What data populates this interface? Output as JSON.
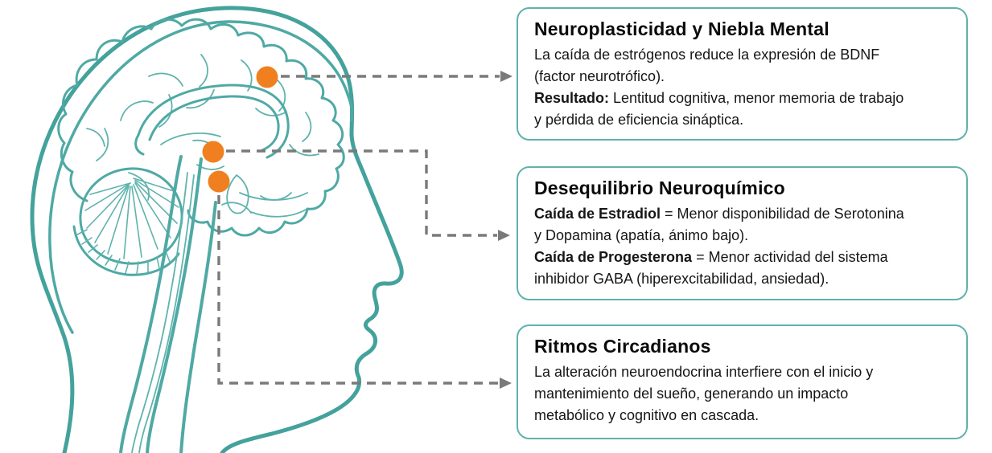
{
  "palette": {
    "background": "#ffffff",
    "teal_thick": "#44a29c",
    "teal_mid": "#4fa9a4",
    "teal_thin": "#5fb3ad",
    "box_border": "#5fb2ac",
    "marker_orange": "#f0801f",
    "connector_gray": "#7a7a7a",
    "title_color": "#0b0b0b",
    "body_color": "#161616"
  },
  "illustration": {
    "description": "sagittal-brain-in-head-profile",
    "markers": [
      {
        "name": "cortex-marker-dot"
      },
      {
        "name": "hypothalamus-marker-dot"
      },
      {
        "name": "pituitary-marker-dot"
      }
    ]
  },
  "boxes": [
    {
      "id": "neuroplasticidad",
      "title": "Neuroplasticidad y Niebla Mental",
      "body": [
        {
          "t": "La caída de estrógenos reduce la expresión de BDNF"
        },
        {
          "br": true
        },
        {
          "t": "(factor neurotrófico)."
        },
        {
          "br": true
        },
        {
          "b": "Resultado:"
        },
        {
          "t": " Lentitud cognitiva, menor memoria de trabajo"
        },
        {
          "br": true
        },
        {
          "t": "y pérdida de eficiencia sináptica."
        }
      ]
    },
    {
      "id": "desequilibrio-neuroquimico",
      "title": "Desequilibrio Neuroquímico",
      "body": [
        {
          "b": "Caída de Estradiol"
        },
        {
          "t": " = Menor disponibilidad de Serotonina"
        },
        {
          "br": true
        },
        {
          "t": "y Dopamina (apatía, ánimo bajo)."
        },
        {
          "br": true
        },
        {
          "b": "Caída de Progesterona"
        },
        {
          "t": " = Menor actividad del sistema"
        },
        {
          "br": true
        },
        {
          "t": "inhibidor GABA (hiperexcitabilidad, ansiedad)."
        }
      ]
    },
    {
      "id": "ritmos-circadianos",
      "title": "Ritmos Circadianos",
      "body": [
        {
          "t": "La alteración neuroendocrina interfiere con el inicio y"
        },
        {
          "br": true
        },
        {
          "t": "mantenimiento del sueño, generando un impacto"
        },
        {
          "br": true
        },
        {
          "t": "metabólico y cognitivo en cascada."
        }
      ]
    }
  ]
}
